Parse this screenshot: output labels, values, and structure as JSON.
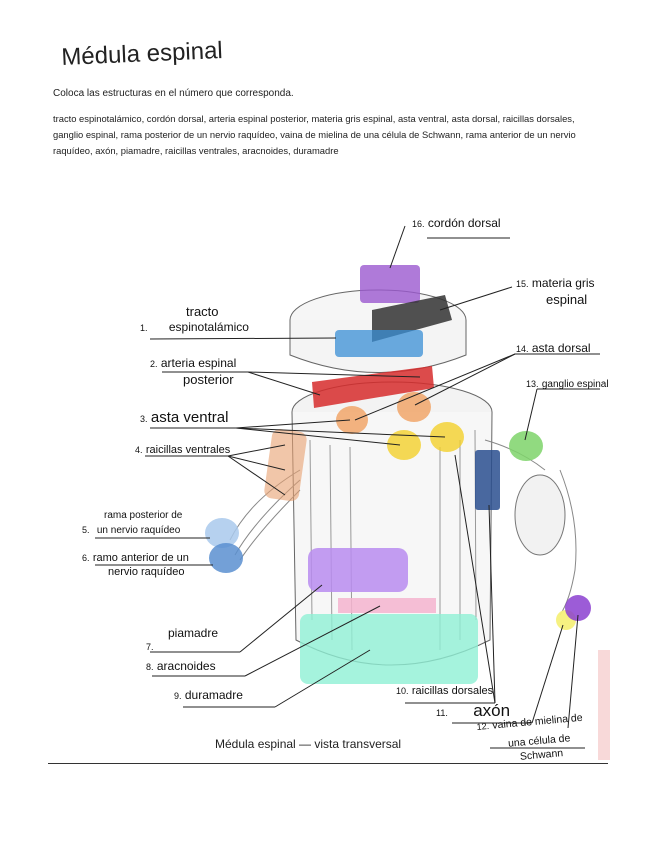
{
  "title": "Médula espinal",
  "instruction": "Coloca las estructuras en el número que corresponda.",
  "structures_list": "tracto espinotalámico, cordón dorsal, arteria espinal posterior, materia gris espinal, asta ventral, asta dorsal, raicillas dorsales, ganglio espinal, rama posterior de un nervio raquídeo, vaina de mielina de una célula de Schwann, rama anterior de un nervio raquídeo, axón, piamadre, raicillas ventrales, aracnoides, duramadre",
  "caption": "Médula espinal — vista transversal",
  "labels": {
    "n1": "1.",
    "l1a": "tracto",
    "l1b": "espinotalámico",
    "n2": "2.",
    "l2a": "arteria espinal",
    "l2b": "posterior",
    "n3": "3.",
    "l3": "asta ventral",
    "n4": "4.",
    "l4": "raicillas ventrales",
    "n5": "5.",
    "l5a": "rama posterior de",
    "l5b": "un nervio raquídeo",
    "n6": "6.",
    "l6a": "ramo anterior de un",
    "l6b": "nervio raquídeo",
    "n7": "7.",
    "l7": "piamadre",
    "n8": "8.",
    "l8": "aracnoides",
    "n9": "9.",
    "l9": "duramadre",
    "n10": "10.",
    "l10": "raicillas dorsales",
    "n11": "11.",
    "l11": "axón",
    "n12": "12.",
    "l12a": "vaina de mielina de",
    "l12b": "una célula de",
    "l12c": "Schwann",
    "n13": "13.",
    "l13": "ganglio espinal",
    "n14": "14.",
    "l14": "asta dorsal",
    "n15": "15.",
    "l15a": "materia gris",
    "l15b": "espinal",
    "n16": "16.",
    "l16": "cordón dorsal"
  },
  "highlight_colors": {
    "cordon_dorsal": "#9b59d0",
    "materia_gris": "#333333",
    "tracto_espinotalamico": "#3a8fd6",
    "arteria_espinal": "#d62b2b",
    "asta_dorsal": "#f0a060",
    "asta_ventral": "#f2d02a",
    "ganglio_espinal": "#7ed36a",
    "raicillas_dorsales": "#2a4f8f",
    "raicillas_ventrales": "#e8a070",
    "rama_posterior": "#a9c9ec",
    "rama_anterior": "#5b8fd0",
    "piamadre": "#b98cf0",
    "aracnoides": "#f4b4cf",
    "duramadre": "#8ff0d4",
    "axon": "#f5f07a",
    "vaina_mielina": "#8b3fd0"
  }
}
